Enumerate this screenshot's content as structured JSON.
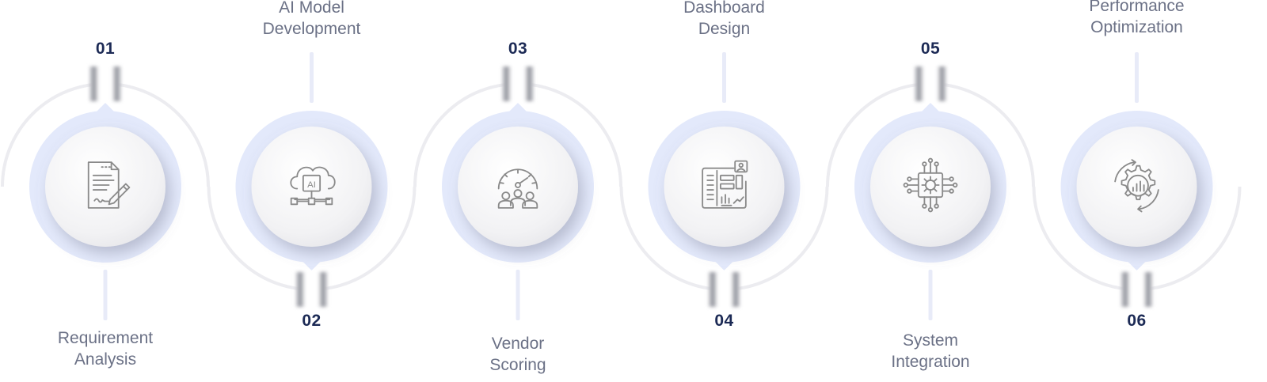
{
  "steps": [
    {
      "number": "01",
      "title_lines": [
        "Requirement",
        "Analysis"
      ],
      "icon": "document-pen-icon",
      "label_position": "bottom"
    },
    {
      "number": "02",
      "title_lines": [
        "AI Model",
        "Development"
      ],
      "icon": "ai-cloud-network-icon",
      "label_position": "top"
    },
    {
      "number": "03",
      "title_lines": [
        "Vendor",
        "Scoring"
      ],
      "icon": "gauge-people-icon",
      "label_position": "bottom"
    },
    {
      "number": "04",
      "title_lines": [
        "Dashboard",
        "Design"
      ],
      "icon": "dashboard-layout-icon",
      "label_position": "top"
    },
    {
      "number": "05",
      "title_lines": [
        "System",
        "Integration"
      ],
      "icon": "chip-gear-icon",
      "label_position": "bottom"
    },
    {
      "number": "06",
      "title_lines": [
        "Performance",
        "Optimization"
      ],
      "icon": "gear-cycle-chart-icon",
      "label_position": "top"
    }
  ],
  "colors": {
    "label": "#6b7186",
    "number": "#1c2a55",
    "halo": "#e3e9fb",
    "connector": "#e8ebf8",
    "arc": "#ececf0",
    "icon": "#8a8a8a"
  }
}
